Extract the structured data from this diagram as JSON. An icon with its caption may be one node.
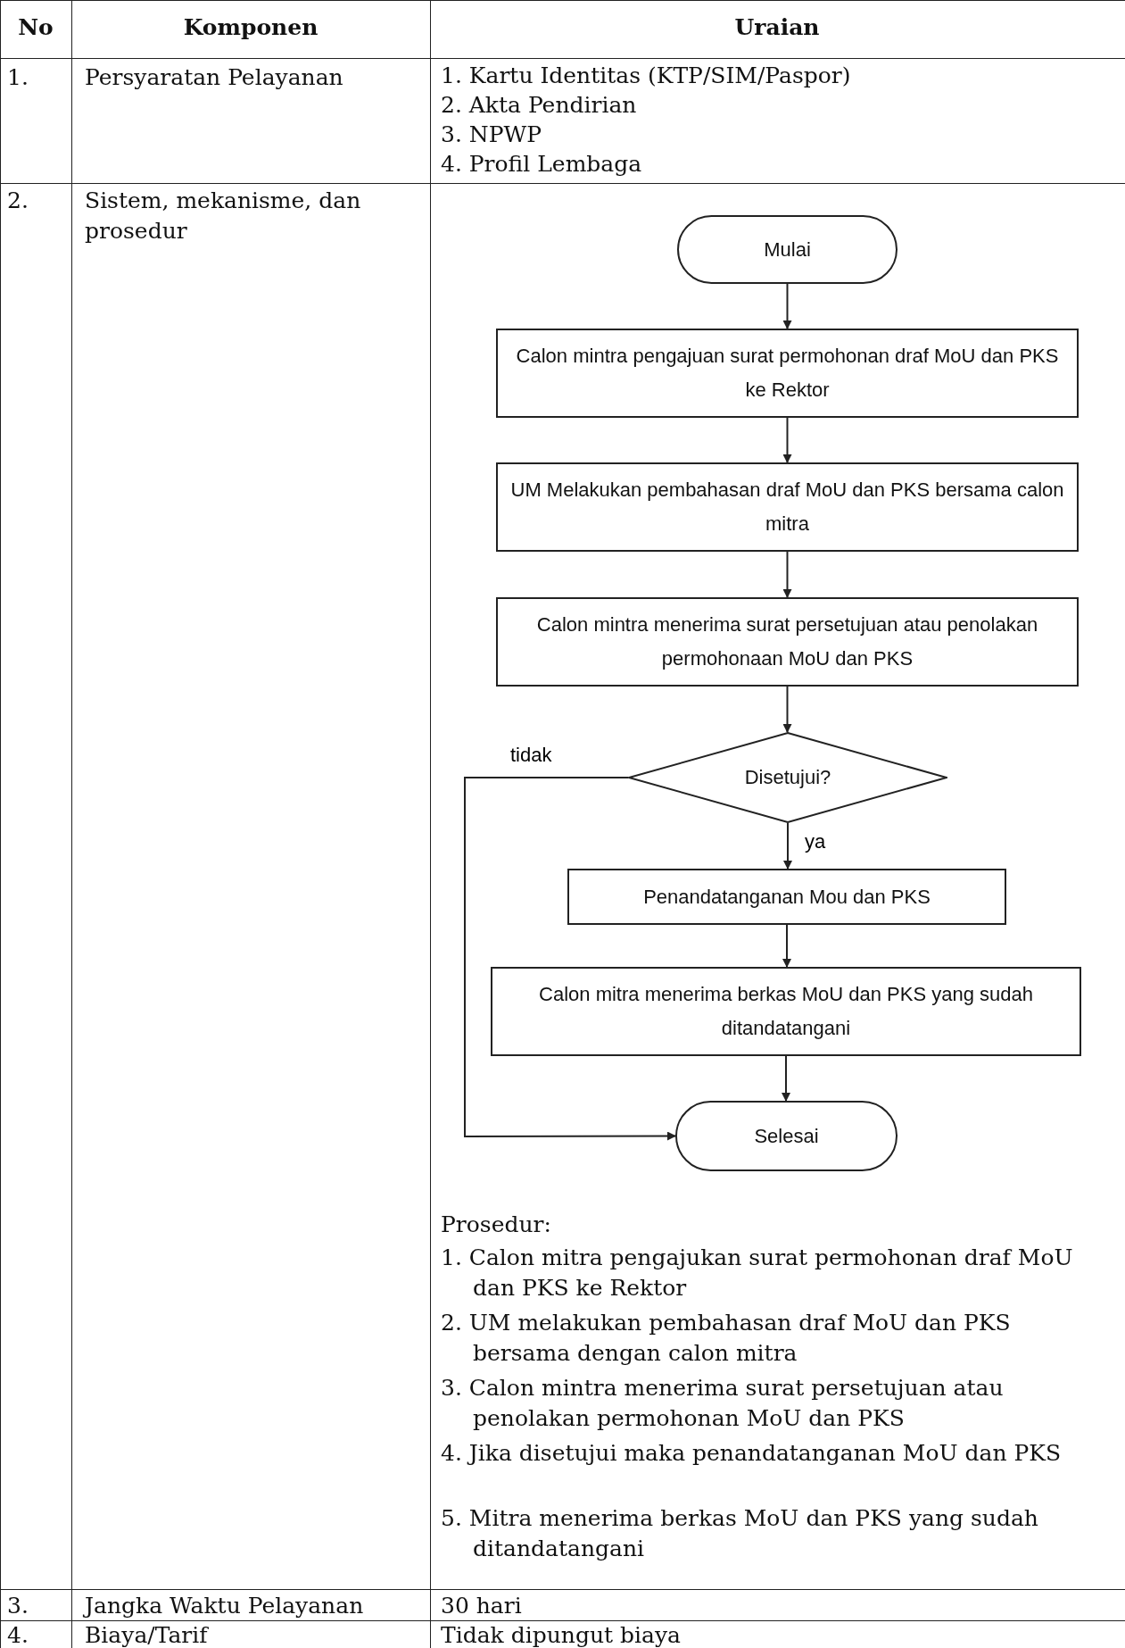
{
  "diagram": {
    "nodes": [
      {
        "text": [
          "Mulai"
        ]
      },
      {
        "text": [
          "Calon mintra pengajuan surat permohonan draf MoU dan PKS ke Rektor"
        ]
      },
      {
        "text": [
          "UM Melakukan pembahasan draf MoU dan PKS bersama calon mitra"
        ]
      },
      {
        "text": [
          "Calon mintra menerima surat persetujuan atau penolakan permohonaan MoU dan PKS"
        ]
      },
      {
        "text": [
          "Disetujui?"
        ]
      },
      {
        "text": [
          "Penandatanganan Mou dan PKS"
        ]
      },
      {
        "text": [
          "Calon mitra menerima berkas MoU dan PKS yang sudah ditandatangani"
        ]
      },
      {
        "text": [
          "Selesai"
        ]
      }
    ],
    "edges": [
      {
        "from": 0,
        "to": 1,
        "arrow": "to"
      },
      {
        "from": 1,
        "to": 2,
        "arrow": "to"
      },
      {
        "from": 2,
        "to": 3,
        "arrow": "to"
      },
      {
        "from": 3,
        "to": 4,
        "arrow": "to"
      },
      {
        "from": 4,
        "to": 5,
        "arrow": "to",
        "label": "ya"
      },
      {
        "from": 4,
        "to": 7,
        "arrow": "to",
        "label": "tidak"
      },
      {
        "from": 5,
        "to": 6,
        "arrow": "to"
      },
      {
        "from": 6,
        "to": 7,
        "arrow": "to"
      }
    ],
    "labels": [
      "No",
      "Komponen",
      "Uraian",
      "1.",
      "Persyaratan Pelayanan",
      "1. Kartu Identitas (KTP/SIM/Paspor)",
      "2. Akta Pendirian",
      "3. NPWP",
      "4. Profil Lembaga",
      "2.",
      "Sistem, mekanisme, dan prosedur",
      "Prosedur:",
      "1. Calon mitra pengajukan surat permohonan draf MoU dan PKS ke Rektor",
      "2. UM melakukan pembahasan draf MoU dan PKS bersama dengan calon mitra",
      "3. Calon mintra menerima surat persetujuan atau penolakan permohonan MoU dan PKS",
      "4. Jika disetujui maka penandatanganan MoU dan PKS",
      "5. Mitra menerima berkas MoU dan PKS yang sudah ditandatangani",
      "3.",
      "Jangka Waktu Pelayanan",
      "30 hari",
      "4.",
      "Biaya/Tarif",
      "Tidak dipungut biaya"
    ]
  }
}
